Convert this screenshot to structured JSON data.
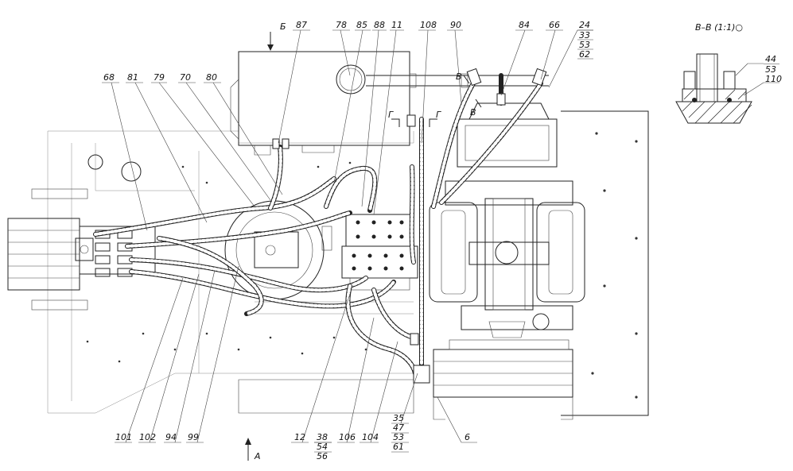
{
  "view_marks": {
    "b_top": "Б",
    "a_bottom": "А",
    "g_left": "Г",
    "g_right": "Г",
    "v_upper": "В",
    "v_lower": "В"
  },
  "section": {
    "title": "В–В (1:1)○",
    "callouts": [
      "44",
      "53",
      "110"
    ]
  },
  "top_callouts": [
    {
      "id": "c87",
      "text": "87"
    },
    {
      "id": "c78",
      "text": "78"
    },
    {
      "id": "c85",
      "text": "85"
    },
    {
      "id": "c88",
      "text": "88"
    },
    {
      "id": "c11",
      "text": "11"
    },
    {
      "id": "c108",
      "text": "108"
    },
    {
      "id": "c90",
      "text": "90"
    },
    {
      "id": "c84",
      "text": "84"
    },
    {
      "id": "c66",
      "text": "66"
    }
  ],
  "top_stack": [
    "24",
    "33",
    "53",
    "62"
  ],
  "left_callouts": [
    {
      "id": "c68",
      "text": "68"
    },
    {
      "id": "c81",
      "text": "81"
    },
    {
      "id": "c79",
      "text": "79"
    },
    {
      "id": "c70",
      "text": "70"
    },
    {
      "id": "c80",
      "text": "80"
    }
  ],
  "bottom_callouts": [
    {
      "id": "c101",
      "text": "101"
    },
    {
      "id": "c102",
      "text": "102"
    },
    {
      "id": "c94",
      "text": "94"
    },
    {
      "id": "c99",
      "text": "99"
    },
    {
      "id": "c12",
      "text": "12"
    },
    {
      "id": "c106",
      "text": "106"
    },
    {
      "id": "c104",
      "text": "104"
    },
    {
      "id": "c6",
      "text": "6"
    }
  ],
  "bottom_stack_a": [
    "38",
    "54",
    "56"
  ],
  "bottom_stack_b": [
    "35",
    "47",
    "53",
    "61"
  ]
}
